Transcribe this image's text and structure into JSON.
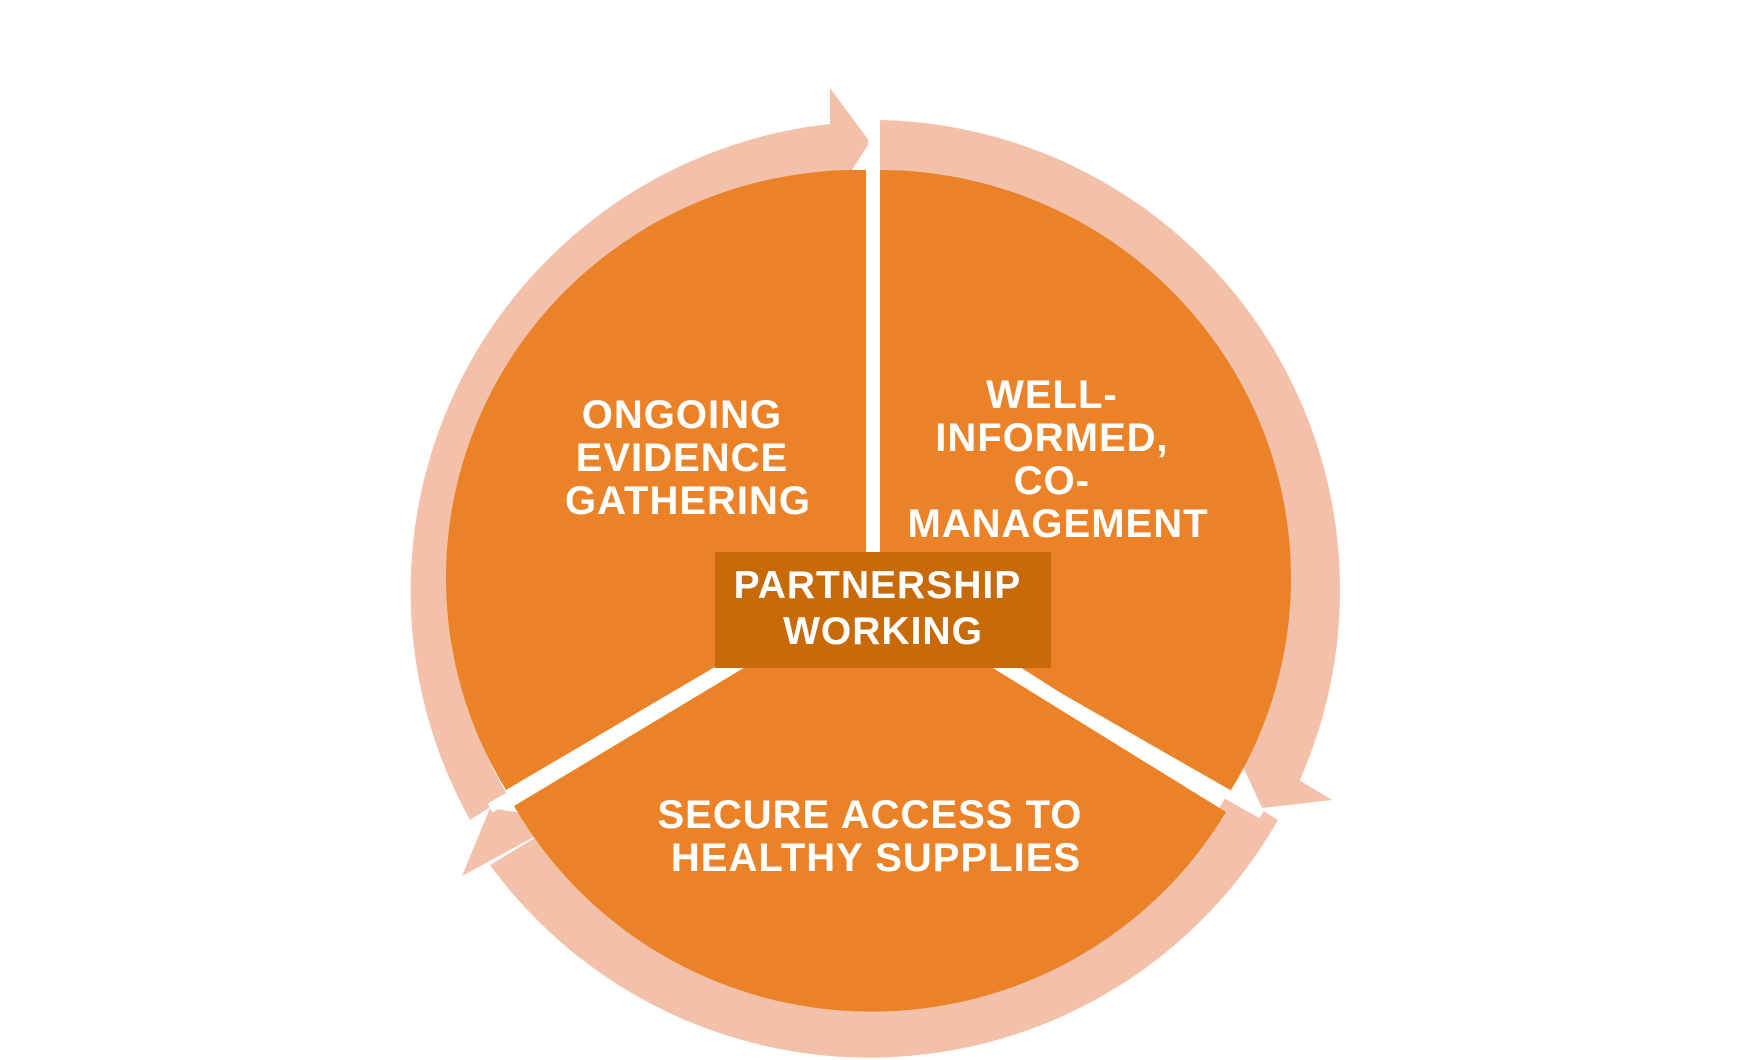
{
  "diagram": {
    "segments": [
      {
        "id": "evidence",
        "lines": [
          "ONGOING",
          "EVIDENCE",
          "GATHERING"
        ]
      },
      {
        "id": "management",
        "lines": [
          "WELL-",
          "INFORMED,",
          "CO-",
          "MANAGEMENT"
        ]
      },
      {
        "id": "supplies",
        "lines": [
          "SECURE ACCESS TO",
          "HEALTHY SUPPLIES"
        ]
      }
    ],
    "center": {
      "lines": [
        "PARTNERSHIP",
        "WORKING"
      ]
    },
    "colors": {
      "segment": "#EC8228",
      "ring": "#F3C1AA",
      "center_box": "#C8690A",
      "divider": "#ffffff",
      "text": "#ffffff"
    }
  }
}
